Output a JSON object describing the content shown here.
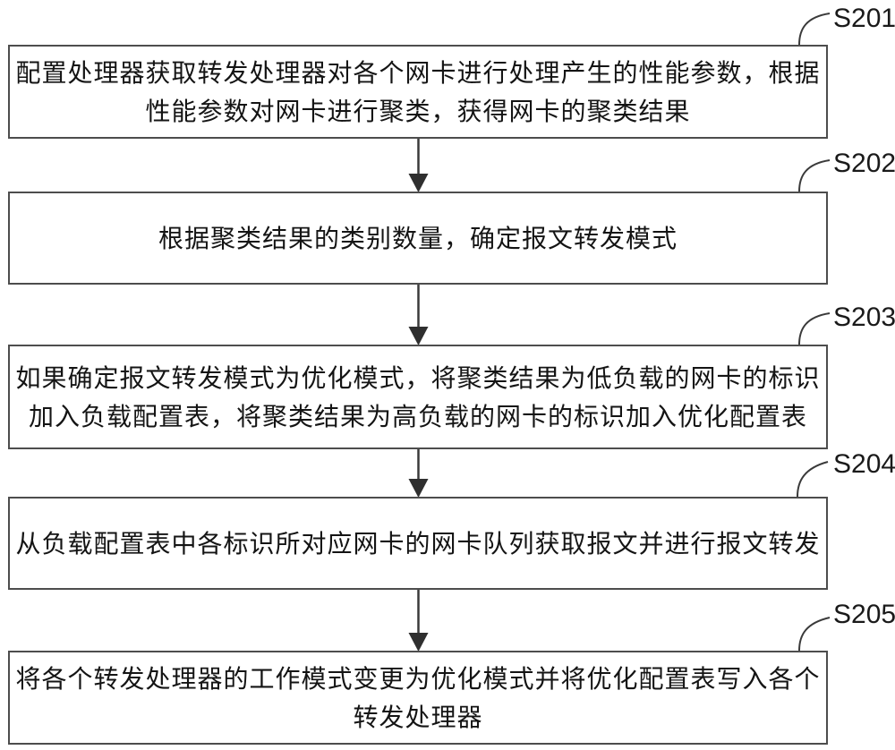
{
  "figure": {
    "type": "flowchart",
    "background_color": "#ffffff",
    "box_border_color": "#4d4d4d",
    "connector_color": "#3a3a3a",
    "text_color": "#141414"
  },
  "steps": [
    {
      "id": "S201",
      "lines": [
        "配置处理器获取转发处理器对各个网卡进行处理产生的性能参数，根据",
        "性能参数对网卡进行聚类，获得网卡的聚类结果"
      ]
    },
    {
      "id": "S202",
      "lines": [
        "根据聚类结果的类别数量，确定报文转发模式"
      ]
    },
    {
      "id": "S203",
      "lines": [
        "如果确定报文转发模式为优化模式，将聚类结果为低负载的网卡的标识",
        "加入负载配置表，将聚类结果为高负载的网卡的标识加入优化配置表"
      ]
    },
    {
      "id": "S204",
      "lines": [
        "从负载配置表中各标识所对应网卡的网卡队列获取报文并进行报文转发"
      ]
    },
    {
      "id": "S205",
      "lines": [
        "将各个转发处理器的工作模式变更为优化模式并将优化配置表写入各个",
        "转发处理器"
      ]
    }
  ]
}
